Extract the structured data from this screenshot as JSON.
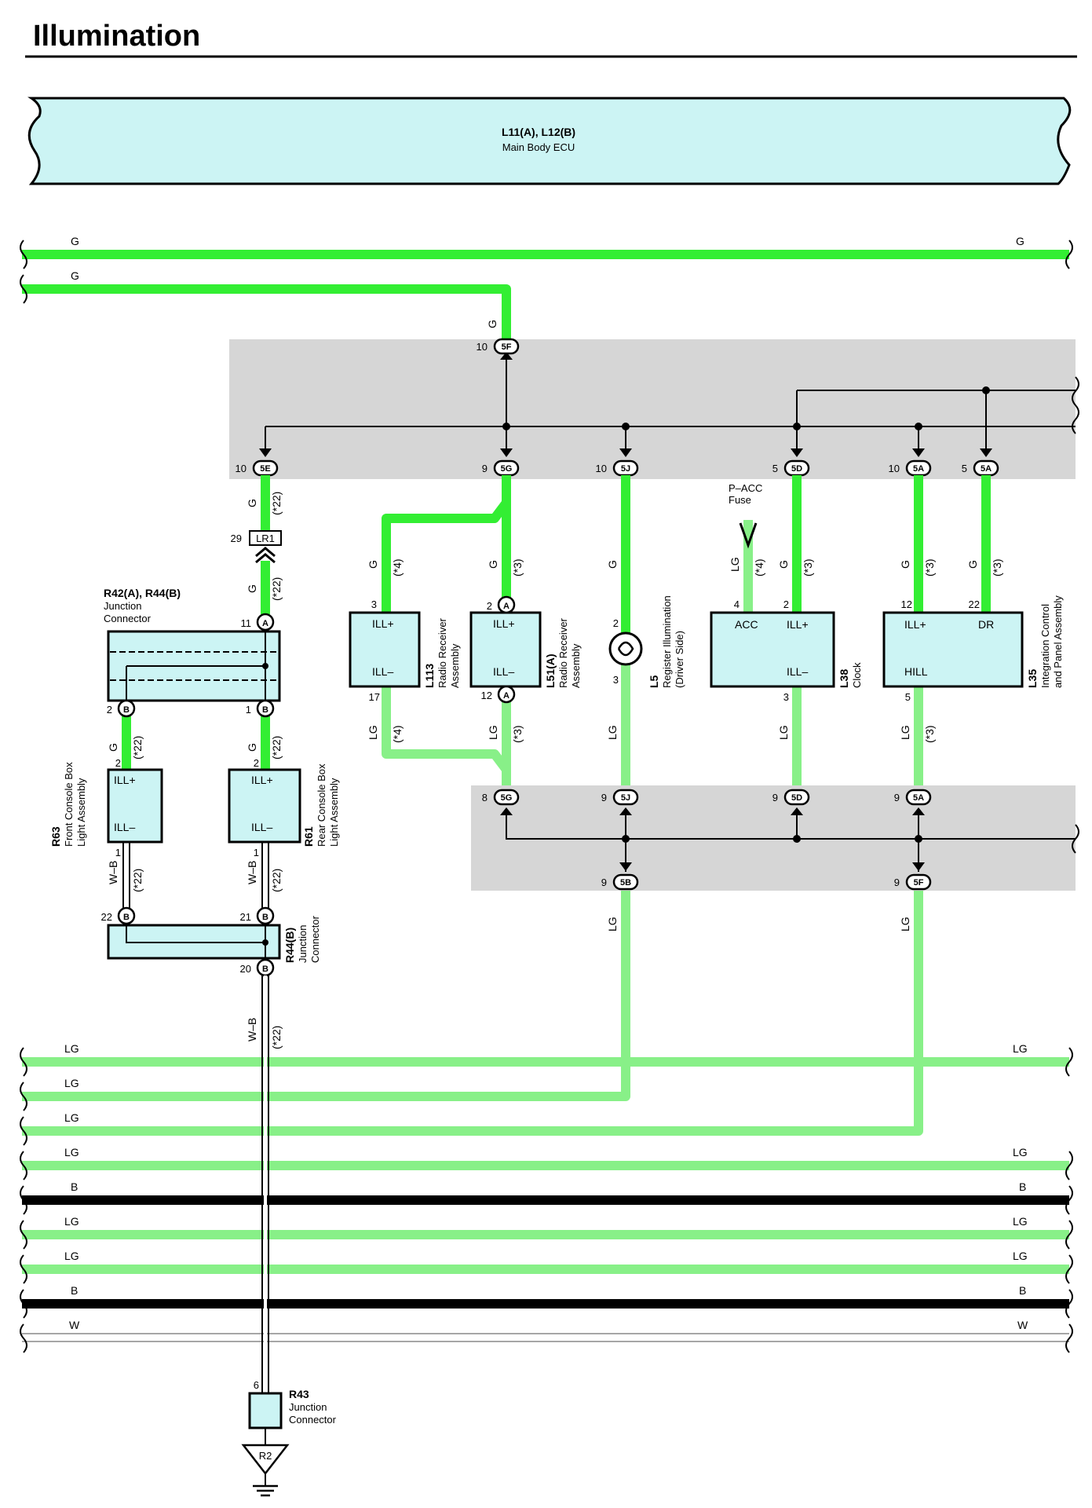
{
  "title": "Illumination",
  "ecu": {
    "code": "L11(A), L12(B)",
    "name": "Main Body ECU"
  },
  "top_wires": {
    "g1_left": "G",
    "g1_right": "G",
    "g2_left": "G",
    "g_vertical": "G"
  },
  "junction_block_top": {
    "inputs": [
      {
        "pin": "10",
        "conn": "5F"
      }
    ],
    "outputs": [
      {
        "pin": "10",
        "conn": "5E"
      },
      {
        "pin": "9",
        "conn": "5G"
      },
      {
        "pin": "10",
        "conn": "5J"
      },
      {
        "pin": "5",
        "conn": "5D"
      },
      {
        "pin": "10",
        "conn": "5A"
      },
      {
        "pin": "5",
        "conn": "5A"
      }
    ]
  },
  "wire_labels": {
    "g": "G",
    "lg": "LG",
    "wb": "W–B",
    "n22": "(*22)",
    "n4": "(*4)",
    "n3": "(*3)"
  },
  "lr1": {
    "pin": "29",
    "label": "LR1"
  },
  "r42": {
    "code": "R42(A), R44(B)",
    "name1": "Junction",
    "name2": "Connector",
    "pin_in": "11",
    "conn_in": "A",
    "pin_out_left": "2",
    "conn_out_left": "B",
    "pin_out_right": "1",
    "conn_out_right": "B"
  },
  "r63": {
    "code": "R63",
    "name1": "Front Console Box",
    "name2": "Light Assembly",
    "sig_top": "ILL+",
    "sig_bot": "ILL–",
    "pin_top": "2",
    "pin_bot": "1"
  },
  "r61": {
    "code": "R61",
    "name1": "Rear Console Box",
    "name2": "Light Assembly",
    "sig_top": "ILL+",
    "sig_bot": "ILL–",
    "pin_top": "2",
    "pin_bot": "1"
  },
  "r44": {
    "code": "R44(B)",
    "name1": "Junction",
    "name2": "Connector",
    "pin_in_left": "22",
    "pin_in_right": "21",
    "pin_out": "20",
    "conn": "B"
  },
  "l113": {
    "code": "L113",
    "name1": "Radio Receiver",
    "name2": "Assembly",
    "sig_top": "ILL+",
    "sig_bot": "ILL–",
    "pin_top": "3",
    "pin_bot": "17"
  },
  "l51": {
    "code": "L51(A)",
    "name1": "Radio Receiver",
    "name2": "Assembly",
    "sig_top": "ILL+",
    "sig_bot": "ILL–",
    "pin_top": "2",
    "pin_bot": "12",
    "conn": "A"
  },
  "l5": {
    "code": "L5",
    "name1": "Register Illumination",
    "name2": "(Driver Side)",
    "pin_top": "2",
    "pin_bot": "3"
  },
  "l38": {
    "code": "L38",
    "name1": "Clock",
    "sig_acc": "ACC",
    "sig_top": "ILL+",
    "sig_bot": "ILL–",
    "pin_acc": "4",
    "pin_top": "2",
    "pin_bot": "3"
  },
  "pacc": {
    "line1": "P–ACC",
    "line2": "Fuse"
  },
  "l35": {
    "code": "L35",
    "name1": "Integration Control",
    "name2": "and Panel Assembly",
    "sig_ill": "ILL+",
    "sig_dr": "DR",
    "sig_hill": "HILL",
    "pin_ill": "12",
    "pin_dr": "22",
    "pin_hill": "5"
  },
  "junction_block_mid": {
    "inputs": [
      {
        "pin": "8",
        "conn": "5G"
      },
      {
        "pin": "9",
        "conn": "5J"
      },
      {
        "pin": "9",
        "conn": "5D"
      },
      {
        "pin": "9",
        "conn": "5A"
      }
    ],
    "outputs": [
      {
        "pin": "9",
        "conn": "5B"
      },
      {
        "pin": "9",
        "conn": "5F"
      }
    ]
  },
  "bottom_bus": [
    {
      "left": "LG",
      "right": "LG"
    },
    {
      "left": "LG",
      "right": ""
    },
    {
      "left": "LG",
      "right": ""
    },
    {
      "left": "LG",
      "right": "LG"
    },
    {
      "left": "B",
      "right": "B"
    },
    {
      "left": "LG",
      "right": "LG"
    },
    {
      "left": "LG",
      "right": "LG"
    },
    {
      "left": "B",
      "right": "B"
    },
    {
      "left": "W",
      "right": "W"
    }
  ],
  "r43": {
    "code": "R43",
    "name1": "Junction",
    "name2": "Connector",
    "pin": "6"
  },
  "ground": {
    "label": "R2"
  },
  "colors": {
    "wire_g": "#33ee33",
    "wire_lg": "#88f088",
    "ecu_fill": "#ccf4f4",
    "junction_shade": "#d6d6d6"
  }
}
